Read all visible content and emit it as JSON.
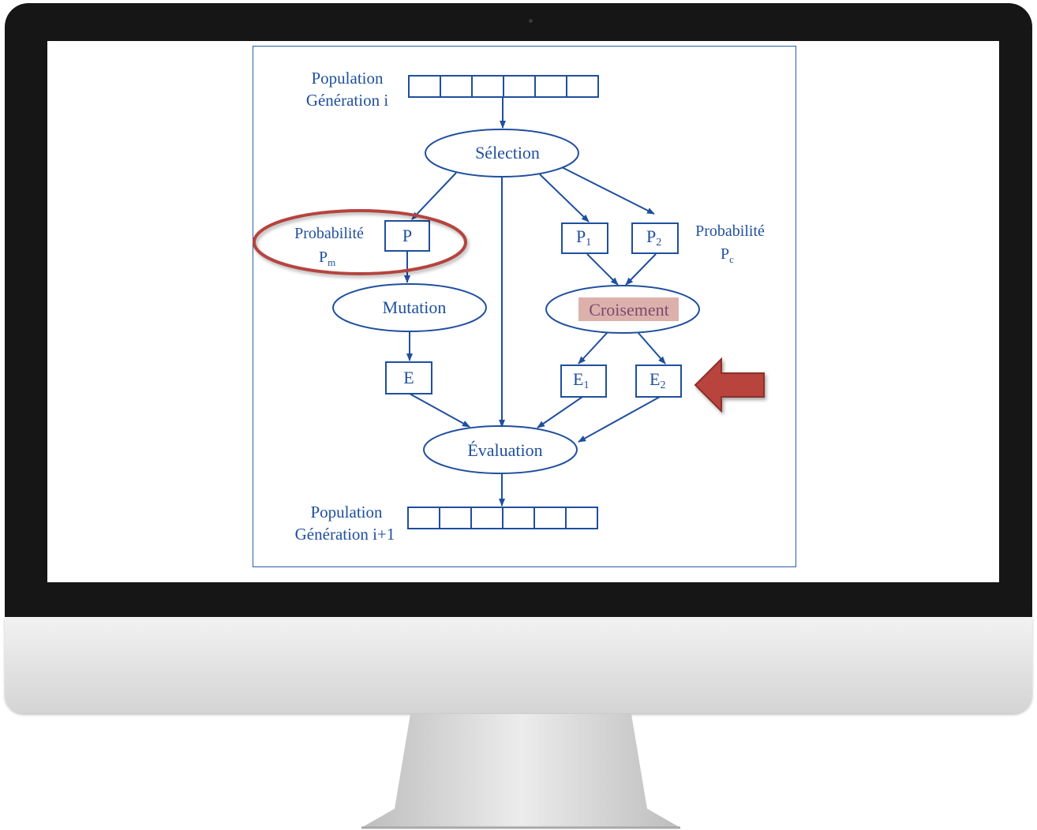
{
  "diagram": {
    "population_top_line1": "Population",
    "population_top_line2": "Génération i",
    "selection": "Sélection",
    "prob_mut_label": "Probabilité",
    "prob_mut_sym": "P",
    "prob_mut_sub": "m",
    "p_box": "P",
    "p1_sym": "P",
    "p1_sub": "1",
    "p2_sym": "P",
    "p2_sub": "2",
    "prob_cross_label": "Probabilité",
    "prob_cross_sym": "P",
    "prob_cross_sub": "c",
    "mutation": "Mutation",
    "croisement": "Croisement",
    "e_box": "E",
    "e1_sym": "E",
    "e1_sub": "1",
    "e2_sym": "E",
    "e2_sub": "2",
    "evaluation": "Évaluation",
    "population_bottom_line1": "Population",
    "population_bottom_line2": "Génération i+1"
  },
  "colors": {
    "diagram_blue": "#1f4f9e",
    "highlight_red": "#b5443e",
    "arrow_red": "#b8443d",
    "bezel": "#161616"
  },
  "annotations": {
    "circle_around": "mutation-probability",
    "highlight": "croisement",
    "arrow_points_to": "e2"
  }
}
